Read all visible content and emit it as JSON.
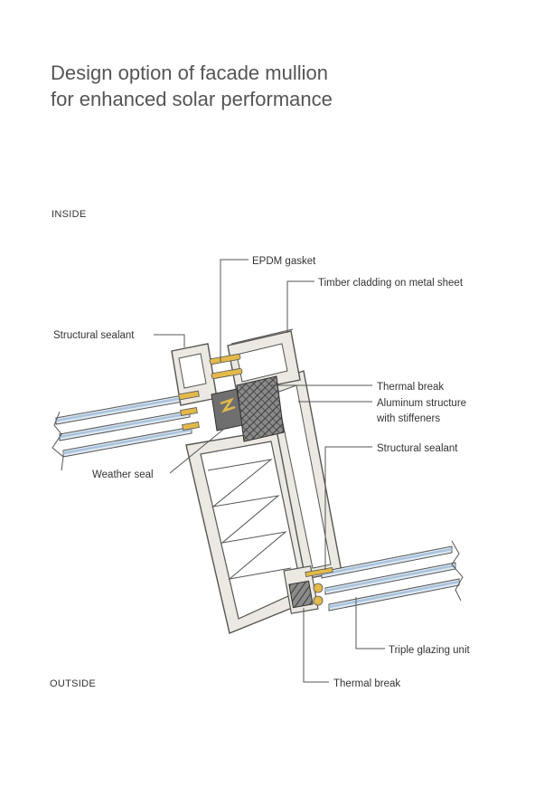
{
  "title": {
    "line1": "Design option of facade mullion",
    "line2": "for enhanced solar performance"
  },
  "side_labels": {
    "inside": "INSIDE",
    "outside": "OUTSIDE"
  },
  "callouts": {
    "epdm_gasket": "EPDM gasket",
    "timber_cladding": "Timber cladding on metal sheet",
    "structural_sealant_left": "Structural sealant",
    "thermal_break_top": "Thermal break",
    "aluminum_structure_line1": "Aluminum structure",
    "aluminum_structure_line2": "with stiffeners",
    "structural_sealant_right": "Structural sealant",
    "weather_seal": "Weather seal",
    "triple_glazing": "Triple glazing unit",
    "thermal_break_bottom": "Thermal break"
  },
  "colors": {
    "line": "#555555",
    "metal_fill": "#ece9e3",
    "gasket": "#e3b94a",
    "glass": "#a9c3dc",
    "thermal_break": "#6f6f6f"
  }
}
